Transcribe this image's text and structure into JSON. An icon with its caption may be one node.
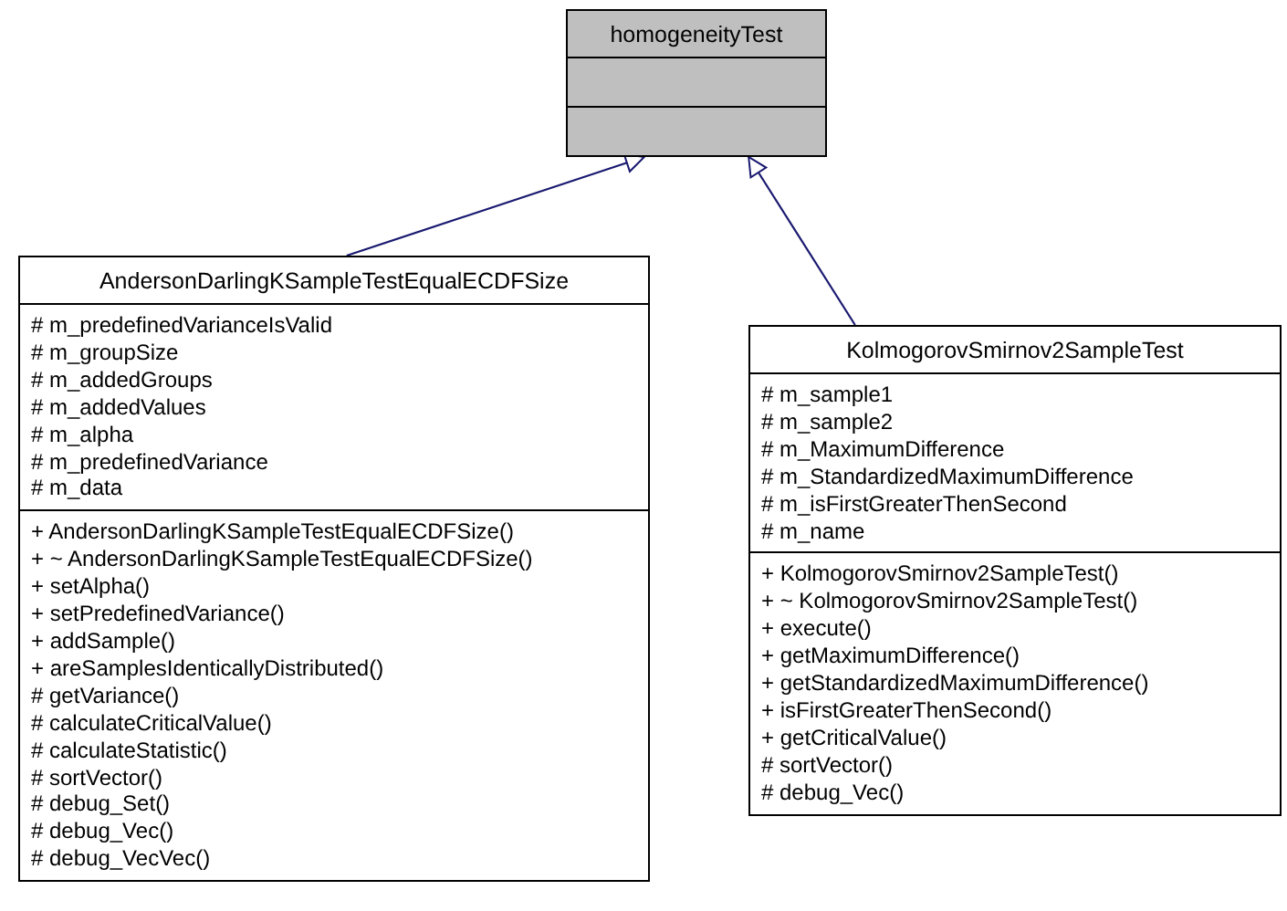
{
  "diagram": {
    "nodes": [
      {
        "text": [
          "homogeneityTest"
        ]
      },
      {
        "text": [],
        "shape": "box",
        "in": 0
      },
      {
        "text": [],
        "shape": "box",
        "in": 0
      },
      {
        "text": [
          "AndersonDarlingKSampleTestEqualECDFSize"
        ]
      },
      {
        "text": [
          "# m_predefinedVarianceIsValid",
          "# m_groupSize",
          "# m_addedGroups",
          "# m_addedValues",
          "# m_alpha",
          "# m_predefinedVariance",
          "# m_data"
        ],
        "in": 3
      },
      {
        "text": [
          "+ AndersonDarlingKSampleTestEqualECDFSize()",
          "+ ~ AndersonDarlingKSampleTestEqualECDFSize()",
          "+ setAlpha()",
          "+ setPredefinedVariance()",
          "+ addSample()",
          "+ areSamplesIdenticallyDistributed()",
          "# getVariance()",
          "# calculateCriticalValue()",
          "# calculateStatistic()",
          "# sortVector()",
          "# debug_Set()",
          "# debug_Vec()",
          "# debug_VecVec()"
        ],
        "in": 3
      },
      {
        "text": [
          "KolmogorovSmirnov2SampleTest"
        ]
      },
      {
        "text": [
          "# m_sample1",
          "# m_sample2",
          "# m_MaximumDifference",
          "# m_StandardizedMaximumDifference",
          "# m_isFirstGreaterThenSecond",
          "# m_name"
        ],
        "in": 6
      },
      {
        "text": [
          "+ KolmogorovSmirnov2SampleTest()",
          "+ ~ KolmogorovSmirnov2SampleTest()",
          "+ execute()",
          "+ getMaximumDifference()",
          "+ getStandardizedMaximumDifference()",
          "+ isFirstGreaterThenSecond()",
          "+ getCriticalValue()",
          "# sortVector()",
          "# debug_Vec()"
        ],
        "in": 6
      }
    ],
    "edges": [
      {
        "from": 3,
        "to": 0,
        "arrow": "to"
      },
      {
        "from": 6,
        "to": 0,
        "arrow": "to"
      }
    ]
  }
}
